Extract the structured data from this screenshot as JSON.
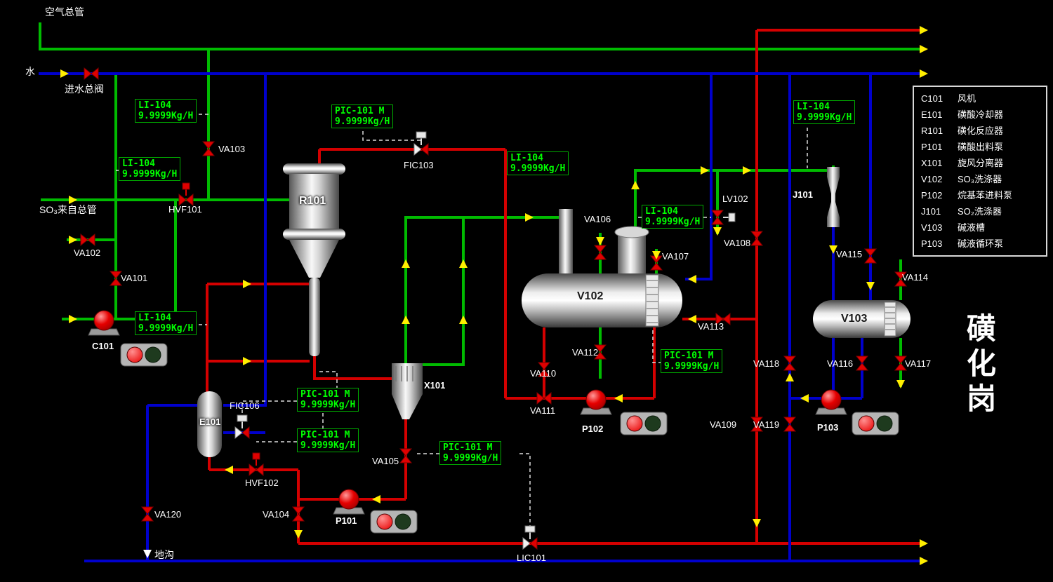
{
  "title": {
    "chars": [
      "磺",
      "化",
      "岗"
    ]
  },
  "static_labels": {
    "air_main": "空气总管",
    "water": "水",
    "water_main_valve": "进水总阀",
    "so3_from_main": "SO₃来自总管",
    "floor_drain": "地沟"
  },
  "equipment_labels": {
    "C101": "C101",
    "R101": "R101",
    "E101": "E101",
    "X101": "X101",
    "V102": "V102",
    "V103": "V103",
    "J101": "J101",
    "P101": "P101",
    "P102": "P102",
    "P103": "P103"
  },
  "valve_labels": {
    "VA101": "VA101",
    "VA102": "VA102",
    "VA103": "VA103",
    "VA104": "VA104",
    "VA105": "VA105",
    "VA106": "VA106",
    "VA107": "VA107",
    "VA108": "VA108",
    "VA109": "VA109",
    "VA110": "VA110",
    "VA111": "VA111",
    "VA112": "VA112",
    "VA113": "VA113",
    "VA114": "VA114",
    "VA115": "VA115",
    "VA116": "VA116",
    "VA117": "VA117",
    "VA118": "VA118",
    "VA119": "VA119",
    "VA120": "VA120",
    "HVF101": "HVF101",
    "HVF102": "HVF102",
    "FIC103": "FIC103",
    "FIC106": "FIC106",
    "LIC101": "LIC101",
    "LV102": "LV102"
  },
  "instruments": {
    "li104": {
      "line1": "LI-104",
      "line2": "9.9999Kg/H"
    },
    "pic101": {
      "line1": "PIC-101  M",
      "line2": "9.9999Kg/H"
    }
  },
  "legend": {
    "items": [
      {
        "code": "C101",
        "name": "风机"
      },
      {
        "code": "E101",
        "name": "磺酸冷却器"
      },
      {
        "code": "R101",
        "name": "磺化反应器"
      },
      {
        "code": "P101",
        "name": "磺酸出料泵"
      },
      {
        "code": "X101",
        "name": "旋风分离器"
      },
      {
        "code": "V102",
        "name": "SO₃洗涤器"
      },
      {
        "code": "P102",
        "name": "烷基苯进料泵"
      },
      {
        "code": "J101",
        "name": "SO₂洗涤器"
      },
      {
        "code": "V103",
        "name": "碱液槽"
      },
      {
        "code": "P103",
        "name": "碱液循环泵"
      }
    ]
  },
  "colors": {
    "pipe_red": "#d40000",
    "pipe_green": "#00bb00",
    "pipe_blue": "#0000cc",
    "instrument_text": "#00ff00",
    "arrow": "#ffee00"
  }
}
